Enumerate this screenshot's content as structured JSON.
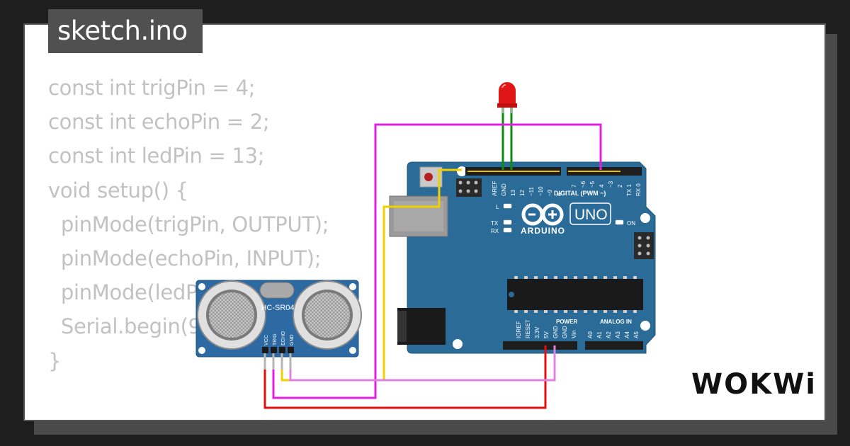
{
  "tab": {
    "title": "sketch.ino"
  },
  "code_lines": [
    "const int trigPin = 4;",
    "const int echoPin = 2;",
    "const int ledPin = 13;",
    "",
    "void setup() {",
    "  pinMode(trigPin, OUTPUT);",
    "  pinMode(echoPin, INPUT);",
    "  pinMode(ledPin, OUTPUT);",
    "  Serial.begin(9600);",
    "}"
  ],
  "arduino": {
    "brand": "ARDUINO",
    "model": "UNO",
    "digital_header": "DIGITAL (PWM ~)",
    "pins_top": [
      "AREF",
      "GND",
      "13",
      "12",
      "~11",
      "~10",
      "~9",
      "8",
      "7",
      "~6",
      "~5",
      "4",
      "~3",
      "2",
      "TX 1",
      "RX 0"
    ],
    "pins_power": [
      "IOREF",
      "RESET",
      "3.3V",
      "5V",
      "GND",
      "GND",
      "Vin"
    ],
    "pins_analog": [
      "A0",
      "A1",
      "A2",
      "A3",
      "A4",
      "A5"
    ],
    "power_label": "POWER",
    "analog_label": "ANALOG IN",
    "led_l": "L",
    "led_tx": "TX",
    "led_rx": "RX",
    "led_on": "ON"
  },
  "sensor": {
    "model": "HC-SR04",
    "pins": [
      "VCC",
      "TRIG",
      "ECHO",
      "GND"
    ]
  },
  "brand_logo": "WOKWi",
  "colors": {
    "board": "#2b6b98",
    "wire_magenta": "#e020e0",
    "wire_yellow": "#f0d000",
    "wire_red": "#e01010",
    "wire_pink": "#e080e0",
    "wire_green": "#108a10",
    "led": "#e01515"
  }
}
